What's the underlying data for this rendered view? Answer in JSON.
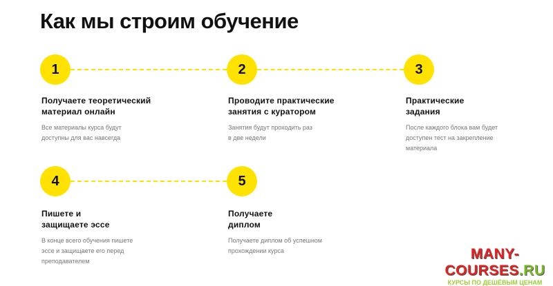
{
  "title": "Как мы строим обучение",
  "steps": [
    {
      "num": "1",
      "title_l1": "Получаете теоретический",
      "title_l2": "материал онлайн",
      "desc_l1": "Все материалы курса будут",
      "desc_l2": "доступны для вас навсегда",
      "desc_l3": ""
    },
    {
      "num": "2",
      "title_l1": "Проводите практические",
      "title_l2": "занятия с куратором",
      "desc_l1": "Занятия будут проходить раз",
      "desc_l2": "в две недели",
      "desc_l3": ""
    },
    {
      "num": "3",
      "title_l1": "Практические",
      "title_l2": "задания",
      "desc_l1": "После каждого блока вам будет",
      "desc_l2": "доступен тест на закрепление",
      "desc_l3": "материала"
    },
    {
      "num": "4",
      "title_l1": "Пишете и",
      "title_l2": "защищаете эссе",
      "desc_l1": "В конце всего обучения пишете",
      "desc_l2": "эссе и защищаете его перед",
      "desc_l3": "преподавателем"
    },
    {
      "num": "5",
      "title_l1": "Получаете",
      "title_l2": "диплом",
      "desc_l1": "Получаете диплом об успешном",
      "desc_l2": "прохождении курса",
      "desc_l3": ""
    }
  ],
  "watermark": {
    "main": "MANY-COURSES",
    "suffix": ".RU",
    "tagline": "КУРСЫ ПО ДЕШЁВЫМ ЦЕНАМ"
  },
  "colors": {
    "accent": "#ffe200"
  }
}
